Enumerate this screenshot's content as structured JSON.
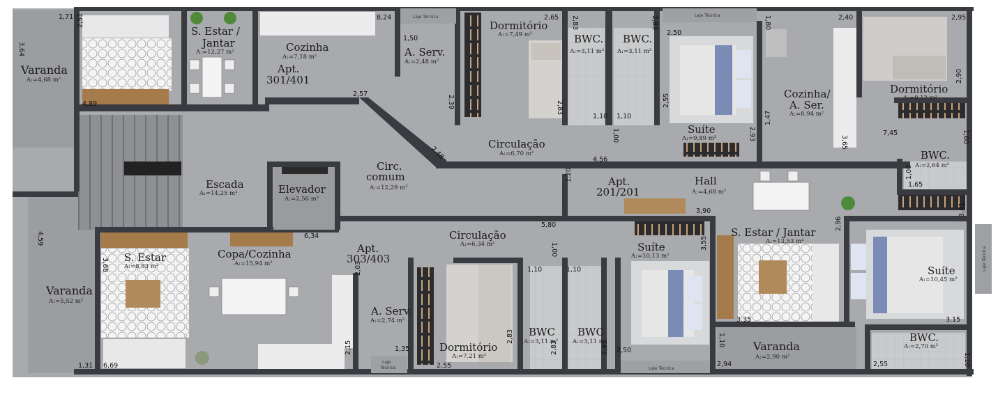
{
  "rooms": {
    "varanda_nw": {
      "name": "Varanda",
      "area": "A:=4,68 m²"
    },
    "sala_nw": {
      "name1": "S. Estar /",
      "name2": "Jantar",
      "area": "A:=12,27 m²"
    },
    "cozinha_n": {
      "name": "Cozinha",
      "area": "A:=7,18 m²"
    },
    "apt_301": {
      "name1": "Apt.",
      "name2": "301/401"
    },
    "aserv_n": {
      "name": "A. Serv.",
      "area": "A:=2,48 m²"
    },
    "dorm_n": {
      "name": "Dormitório",
      "area": "A:=7,49 m²"
    },
    "bwc_n1": {
      "name": "BWC.",
      "area": "A:=3,11 m²"
    },
    "bwc_n2": {
      "name": "BWC.",
      "area": "A:=3,11 m²"
    },
    "suite_n": {
      "name": "Suíte",
      "area": "A:=9,89 m²"
    },
    "cozinha_ne": {
      "name1": "Cozinha/",
      "name2": "A. Ser.",
      "area": "A:=8,94 m²"
    },
    "dorm_ne": {
      "name": "Dormitório",
      "area": "A:=8,12 m²"
    },
    "bwc_ne": {
      "name": "BWC.",
      "area": "A:=2,64 m²"
    },
    "circ_n": {
      "name": "Circulação",
      "area": "A:=6,70 m²"
    },
    "circ_comum": {
      "name1": "Circ.",
      "name2": "comum",
      "area": "A:=12,29 m²"
    },
    "escada": {
      "name": "Escada",
      "area": "A:=14,25 m²"
    },
    "elevador": {
      "name": "Elevador",
      "area": "A:=2,56 m²"
    },
    "apt_201": {
      "name1": "Apt.",
      "name2": "201/201"
    },
    "hall": {
      "name": "Hall",
      "area": "A:=4,68 m²"
    },
    "varanda_sw": {
      "name": "Varanda",
      "area": "A:=5,52 m²"
    },
    "sala_sw": {
      "name": "S. Estar",
      "area": "A:=8,83 m²"
    },
    "copa": {
      "name": "Copa/Cozinha",
      "area": "A:=15,94 m²"
    },
    "apt_303": {
      "name1": "Apt.",
      "name2": "303/403"
    },
    "aserv_s": {
      "name": "A. Serv.",
      "area": "A:=2,74 m²"
    },
    "circ_s": {
      "name": "Circulação",
      "area": "A:=6,34 m²"
    },
    "dorm_s": {
      "name": "Dormitório",
      "area": "A:=7,21 m²"
    },
    "bwc_s1": {
      "name": "BWC",
      "area": "A:=3,11 m²"
    },
    "bwc_s2": {
      "name": "BWC",
      "area": "A:=3,11 m²"
    },
    "suite_s": {
      "name": "Suíte",
      "area": "A:=10,13 m²"
    },
    "sala_se": {
      "name": "S. Estar / Jantar",
      "area": "A:=13,53 m²"
    },
    "varanda_se": {
      "name": "Varanda",
      "area": "A:=2,90 m²"
    },
    "suite_se": {
      "name": "Suíte",
      "area": "A:=10,45 m²"
    },
    "bwc_se": {
      "name": "BWC.",
      "area": "A:=2,70 m²"
    }
  },
  "labels": {
    "laje_tecnica": "Laje Técnica",
    "laje": "Laje",
    "tecnica": "Técnica"
  },
  "dimensions": {
    "d_171": "1,71",
    "d_364": "3,64",
    "d_251": "2,51",
    "d_489": "4,89",
    "d_824": "8,24",
    "d_150": "1,50",
    "d_265": "2,65",
    "d_283a": "2,83",
    "d_283b": "2,83",
    "d_240": "2,40",
    "d_295": "2,95",
    "d_180": "1,80",
    "d_250a": "2,50",
    "d_257": "2,57",
    "d_239": "2,39",
    "d_283c": "2,83",
    "d_110a": "1,10",
    "d_110b": "1,10",
    "d_100a": "1,00",
    "d_255a": "2,55",
    "d_293": "2,93",
    "d_147": "1,47",
    "d_365": "3,65",
    "d_290": "2,90",
    "d_745": "7,45",
    "d_160": "1,60",
    "d_248": "2,48",
    "d_456": "4,56",
    "d_120": "1,20",
    "d_100b": "1,00",
    "d_165": "1,65",
    "d_390": "3,90",
    "d_341": "3,41",
    "d_580": "5,80",
    "d_634": "6,34",
    "d_296": "2,96",
    "d_355": "3,55",
    "d_100c": "1,00",
    "d_459": "4,59",
    "d_368": "3,68",
    "d_203": "2,03",
    "d_110c": "1,10",
    "d_110d": "1,10",
    "d_283d": "2,83",
    "d_335": "3,35",
    "d_315": "3,15",
    "d_135": "1,35",
    "d_215": "2,15",
    "d_131": "1,31",
    "d_669": "6,69",
    "d_255b": "2,55",
    "d_283e": "2,83",
    "d_283f": "2,83",
    "d_250b": "2,50",
    "d_110e": "1,10",
    "d_294": "2,94",
    "d_255c": "2,55",
    "d_110f": "1,10"
  }
}
